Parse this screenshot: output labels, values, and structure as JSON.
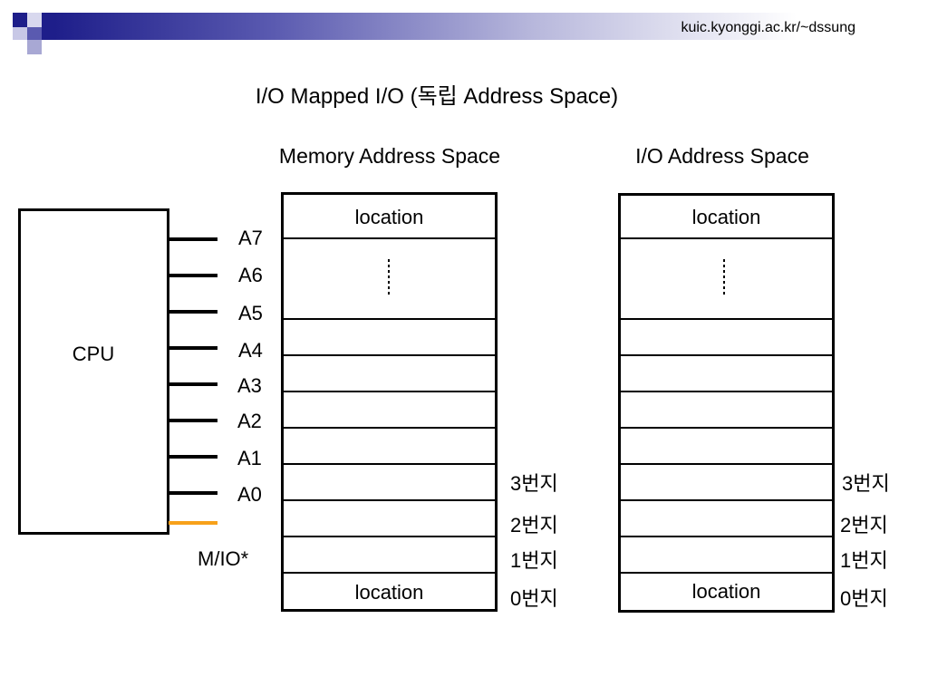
{
  "header": {
    "url": "kuic.kyonggi.ac.kr/~dssung"
  },
  "title": "I/O Mapped I/O (독립 Address Space)",
  "memory_space": {
    "title": "Memory Address Space",
    "top_label": "location",
    "bottom_label": "location",
    "addresses": [
      "3번지",
      "2번지",
      "1번지",
      "0번지"
    ]
  },
  "io_space": {
    "title": "I/O Address Space",
    "top_label": "location",
    "bottom_label": "location",
    "addresses": [
      "3번지",
      "2번지",
      "1번지",
      "0번지"
    ]
  },
  "cpu": {
    "label": "CPU",
    "address_lines": [
      "A7",
      "A6",
      "A5",
      "A4",
      "A3",
      "A2",
      "A1",
      "A0"
    ],
    "control_line": "M/IO*"
  },
  "colors": {
    "control_line": "#f7a11a",
    "header_dark": "#1e1e8a"
  }
}
